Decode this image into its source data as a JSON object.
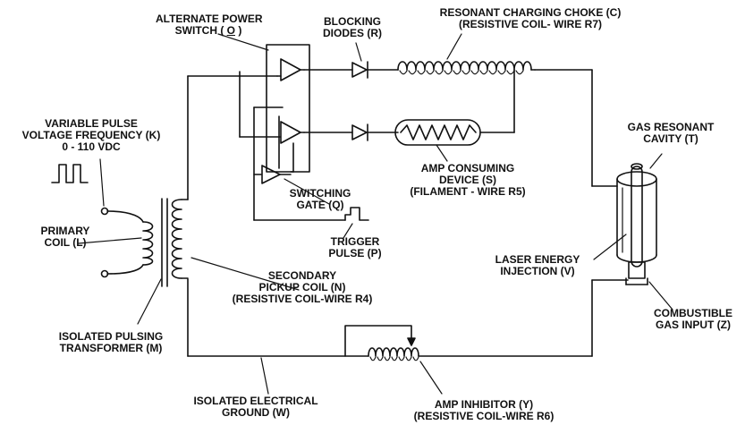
{
  "labels": {
    "alt_power_switch": {
      "line1": "ALTERNATE POWER",
      "line2_pre": "SWITCH ( ",
      "line2_u": "O",
      "line2_post": " )"
    },
    "blocking_diodes": {
      "line1": "BLOCKING",
      "line2": "DIODES (R)"
    },
    "resonant_choke": {
      "line1": "RESONANT CHARGING CHOKE (C)",
      "line2": "(RESISTIVE COIL- WIRE R7)"
    },
    "variable_pulse": {
      "line1": "VARIABLE PULSE",
      "line2": "VOLTAGE FREQUENCY (K)",
      "line3": "0 - 110 VDC"
    },
    "gas_cavity": {
      "line1": "GAS RESONANT",
      "line2": "CAVITY (T)"
    },
    "amp_consuming": {
      "line1": "AMP CONSUMING",
      "line2": "DEVICE (S)",
      "line3": "(FILAMENT - WIRE R5)"
    },
    "switching_gate": {
      "line1": "SWITCHING",
      "line2": "GATE (Q)"
    },
    "primary_coil": {
      "line1": "PRIMARY",
      "line2": "COIL (L)"
    },
    "trigger_pulse": {
      "line1": "TRIGGER",
      "line2": "PULSE (P)"
    },
    "laser_injection": {
      "line1": "LASER ENERGY",
      "line2": "INJECTION (V)"
    },
    "secondary_coil": {
      "line1": "SECONDARY",
      "line2": "PICKUP COIL (N)",
      "line3": "(RESISTIVE COIL-WIRE  R4)"
    },
    "combustible_gas": {
      "line1": "COMBUSTIBLE",
      "line2": "GAS INPUT (Z)"
    },
    "isolated_transformer": {
      "line1": "ISOLATED PULSING",
      "line2": "TRANSFORMER (M)"
    },
    "isolated_ground": {
      "line1": "ISOLATED ELECTRICAL",
      "line2": "GROUND (W)"
    },
    "amp_inhibitor": {
      "line1": "AMP INHIBITOR (Y)",
      "line2": "(RESISTIVE COIL-WIRE R6)"
    }
  },
  "colors": {
    "ink": "#111111",
    "paper": "#ffffff"
  },
  "icons": [
    "amplifier-triangle-icon",
    "diode-icon",
    "coil-icon",
    "square-pulse-icon",
    "terminal-circle-icon",
    "cylinder-cavity-icon"
  ]
}
